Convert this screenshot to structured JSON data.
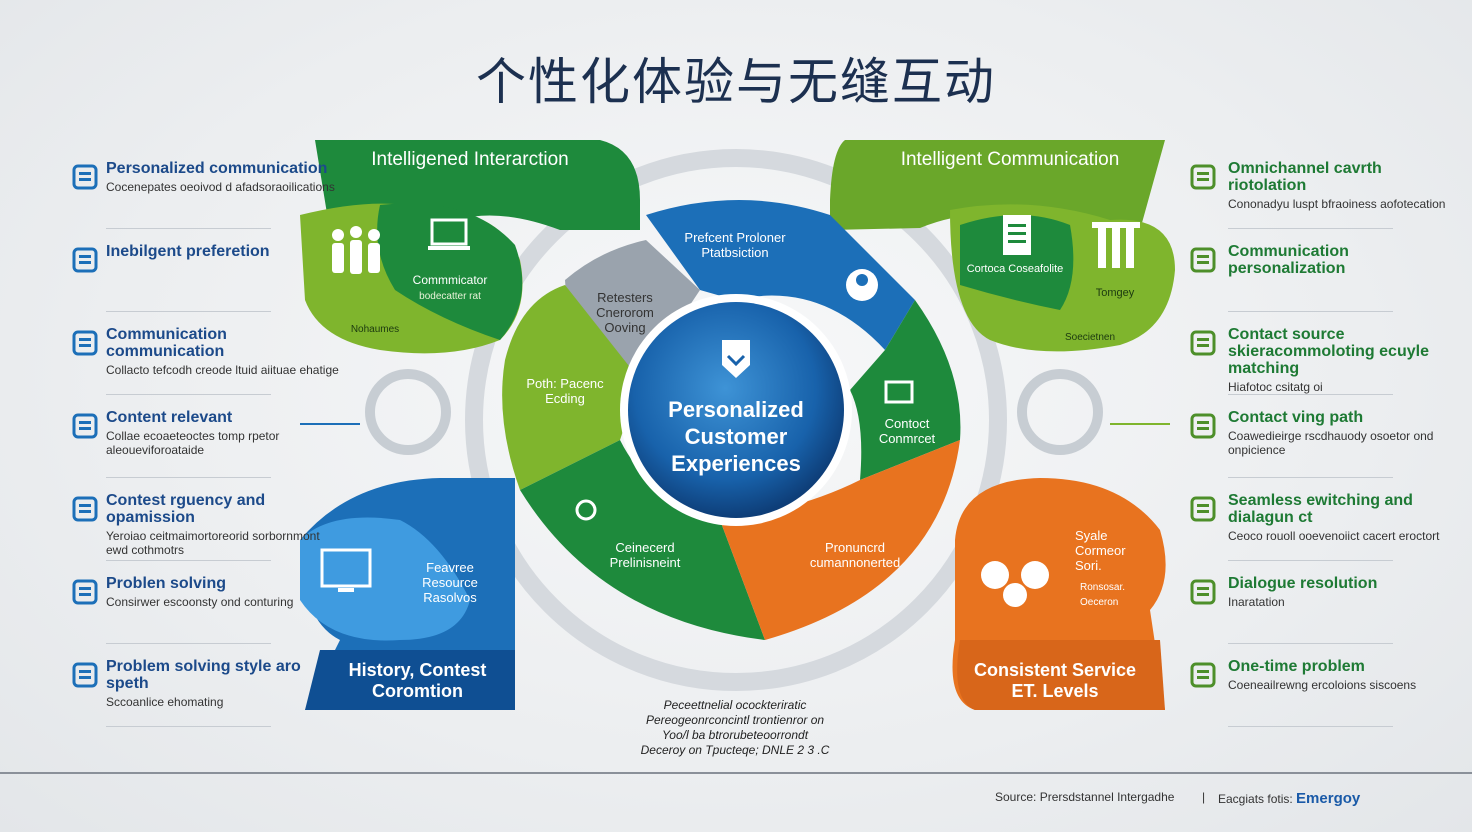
{
  "title": "个性化体验与无缝互动",
  "colors": {
    "green_dark": "#1e8a3c",
    "green_light": "#7fb52d",
    "blue": "#1c6fb8",
    "blue_dark": "#0f4f93",
    "orange": "#e8731f",
    "gray": "#9aa3ad"
  },
  "panels": {
    "top_left": {
      "title": "Intelligened Interarction",
      "label": "Commmicator",
      "sublabel": "bodecatter rat",
      "corner": "Nohaumes"
    },
    "top_right": {
      "title": "Intelligent Communication",
      "label": "Cortoca Coseafolite",
      "sublabel": "Tomgey",
      "corner": "Soecietnen"
    },
    "bottom_left": {
      "title": "History, Contest Coromtion",
      "label": "Feavree Resource Rasolvos"
    },
    "bottom_right": {
      "title": "Consistent Service ET. Levels",
      "label": "Syale Cormeor Sori.",
      "sublabel": "Ronsosar. Oeceron"
    }
  },
  "ring": {
    "center": "Personalized Customer Experiences",
    "segments": [
      {
        "text": "Prefcent Proloner Ptatbsiction"
      },
      {
        "text": "Retesters Cnerorom Ooving"
      },
      {
        "text": "Poth: Pacenc Ecding"
      },
      {
        "text": "Contoct Conmrcet"
      },
      {
        "text": "Ceinecerd Prelinisneint"
      },
      {
        "text": "Pronuncrd cumannonerted"
      }
    ]
  },
  "left_items": [
    {
      "head": "Personalized communication",
      "sub": "Cocenepates oeoivod d afadsoraoilications"
    },
    {
      "head": "Inebilgent preferetion",
      "sub": ""
    },
    {
      "head": "Communication communication",
      "sub": "Collacto tefcodh creode ltuid aiituae ehatige"
    },
    {
      "head": "Content relevant",
      "sub": "Collae ecoaeteoctes tomp rpetor aleoueviforoataide"
    },
    {
      "head": "Contest rguency and opamission",
      "sub": "Yeroiao ceitmaimortoreorid sorbornmont ewd cothmotrs"
    },
    {
      "head": "Problen solving",
      "sub": "Consirwer escoonsty ond conturing"
    },
    {
      "head": "Problem solving style aro speth",
      "sub": "Sccoanlice ehomating"
    }
  ],
  "right_items": [
    {
      "head": "Omnichannel cavrth riotolation",
      "sub": "Cononadyu luspt bfraoiness aofotecation"
    },
    {
      "head": "Communication personalization",
      "sub": ""
    },
    {
      "head": "Contact source skieracommoloting ecuyle matching",
      "sub": "Hiafotoc csitatg oi"
    },
    {
      "head": "Contact ving path",
      "sub": "Coawedieirge rscdhauody osoetor ond onpicience"
    },
    {
      "head": "Seamless ewitching and dialagun ct",
      "sub": "Ceoco rouoll ooevenoiict cacert eroctort"
    },
    {
      "head": "Dialogue resolution",
      "sub": "Inaratation"
    },
    {
      "head": "One-time problem",
      "sub": "Coeneailrewng ercoloions siscoens"
    }
  ],
  "center_note": [
    "Peceettnelial ocockteriratic",
    "Pereogeonrconcintl trontienror on",
    "Yoo/l ba btrorubeteoorrondt",
    "Deceroy on Tpucteqe; DNLE 2 3 .C"
  ],
  "footer": {
    "source": "Source: Prersdstannel Intergadhe",
    "credit_prefix": "Eacgiats fotis:",
    "brand": "Emergoy"
  }
}
